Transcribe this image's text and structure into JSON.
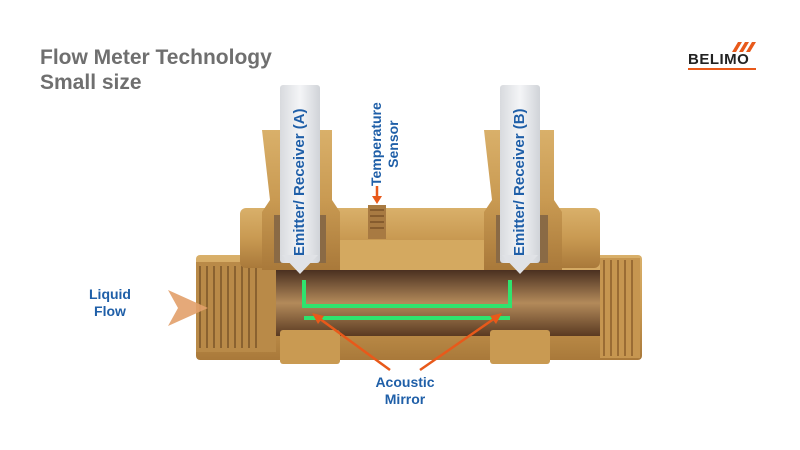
{
  "title": {
    "line1": "Flow Meter Technology",
    "line2": "Small size"
  },
  "logo": {
    "text": "BELIMO",
    "accent_color": "#e8591a"
  },
  "labels": {
    "emitter_a": "Emitter/ Receiver (A)",
    "emitter_b": "Emitter/ Receiver (B)",
    "temp_sensor_line1": "Temperature",
    "temp_sensor_line2": "Sensor",
    "liquid_flow_line1": "Liquid",
    "liquid_flow_line2": "Flow",
    "acoustic_mirror_line1": "Acoustic",
    "acoustic_mirror_line2": "Mirror"
  },
  "colors": {
    "label_blue": "#1f5fa8",
    "brass": "#c99a52",
    "acoustic_path_green": "#2fe36e",
    "arrow_orange": "#e8591a",
    "transducer_white": "#eef0f2"
  }
}
